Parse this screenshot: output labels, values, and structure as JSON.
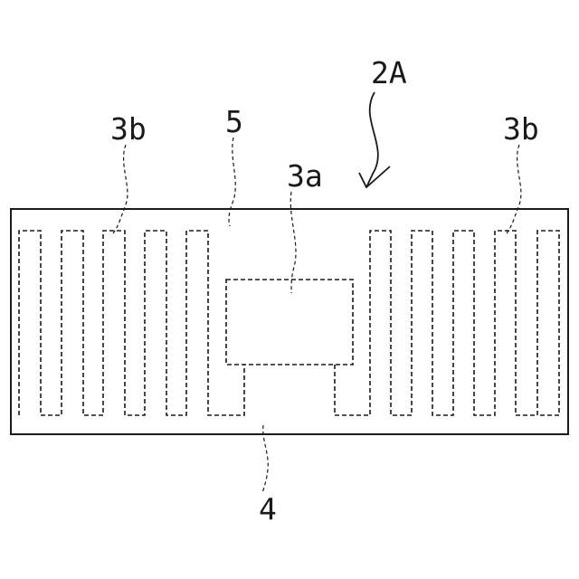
{
  "figure": {
    "labels": {
      "assembly": "2A",
      "antenna_left": "3b",
      "antenna_right": "3b",
      "chip": "3a",
      "cover": "5",
      "base": "4"
    }
  }
}
